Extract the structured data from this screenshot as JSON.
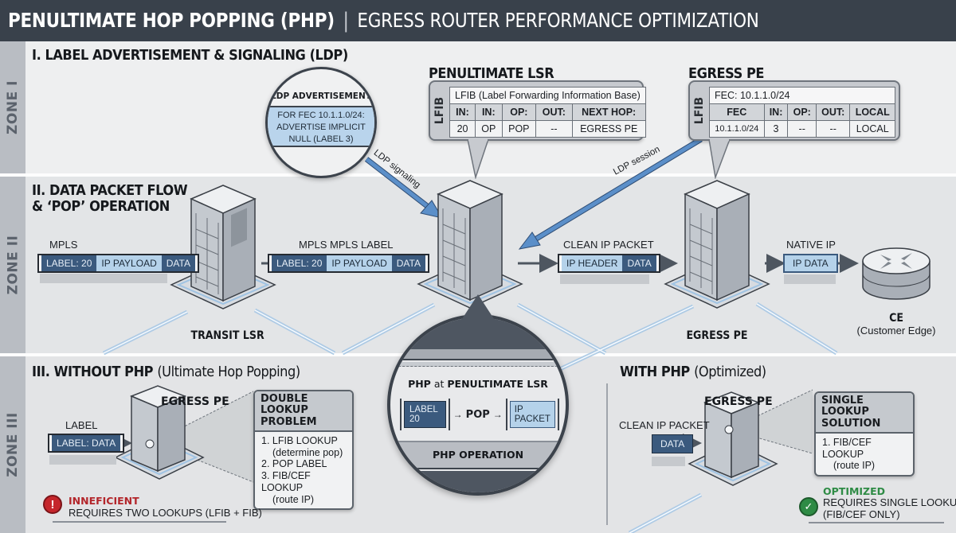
{
  "header": {
    "title_bold": "PENULTIMATE HOP POPPING (PHP)",
    "separator": "|",
    "title_light": "EGRESS ROUTER PERFORMANCE OPTIMIZATION"
  },
  "zones": {
    "zone1": {
      "tab": "ZONE I",
      "title": "I. LABEL ADVERTISEMENT & SIGNALING (LDP)",
      "ldp_bubble": {
        "header": "LDP ADVERTISEMENT",
        "lines": [
          "FOR FEC 10.1.1.0/24:",
          "ADVERTISE IMPLICIT",
          "NULL (LABEL 3)"
        ]
      },
      "penultimate": {
        "title": "PENULTIMATE LSR",
        "side_label": "LFIB",
        "caption": "LFIB (Label Forwarding Information Base)",
        "headers": [
          "IN:",
          "IN:",
          "OP:",
          "OUT:",
          "NEXT HOP:"
        ],
        "row": [
          "20",
          "OP",
          "POP",
          "--",
          "EGRESS PE"
        ]
      },
      "egress": {
        "title": "EGRESS PE",
        "side_label": "LFIB",
        "caption": "FEC: 10.1.1.0/24",
        "headers": [
          "FEC",
          "IN:",
          "OP:",
          "OUT:",
          "LOCAL"
        ],
        "row": [
          "10.1.1.0/24",
          "3",
          "--",
          "--",
          "LOCAL"
        ]
      },
      "arrow_labels": {
        "ldp_signaling": "LDP signaling",
        "ldp_session": "LDP session"
      }
    },
    "zone2": {
      "tab": "ZONE II",
      "title_line1": "II. DATA PACKET FLOW",
      "title_line2": "& ‘POP’ OPERATION",
      "packet1": {
        "caption": "MPLS",
        "cells": [
          "LABEL: 20",
          "IP PAYLOAD",
          "DATA"
        ]
      },
      "packet2": {
        "caption": "MPLS  MPLS LABEL",
        "cells": [
          "LABEL: 20",
          "IP PAYLOAD",
          "DATA"
        ]
      },
      "packet3": {
        "caption": "CLEAN IP PACKET",
        "cells": [
          "IP HEADER",
          "DATA"
        ]
      },
      "packet4": {
        "caption": "NATIVE IP",
        "cells": [
          "IP DATA"
        ]
      },
      "nodes": {
        "transit": "TRANSIT LSR",
        "egress": "EGRESS PE",
        "ce_name": "CE",
        "ce_desc": "(Customer Edge)"
      }
    },
    "zone3": {
      "tab": "ZONE III",
      "without": {
        "title_bold": "III. WITHOUT PHP",
        "title_light": "(Ultimate Hop Popping)",
        "router": "EGRESS PE",
        "packet_caption": "LABEL",
        "packet_cell": "LABEL: DATA",
        "box_title": "DOUBLE LOOKUP PROBLEM",
        "steps": [
          {
            "main": "1. LFIB LOOKUP",
            "sub": "(determine pop)"
          },
          {
            "main": "2. POP LABEL",
            "sub": ""
          },
          {
            "main": "3. FIB/CEF LOOKUP",
            "sub": "(route IP)"
          }
        ],
        "status_title": "INNEFICIENT",
        "status_text": "REQUIRES TWO LOOKUPS (LFIB + FIB)",
        "status_color": "#b3262b"
      },
      "magnifier": {
        "title_bold1": "PHP",
        "title_light": "at",
        "title_bold2": "PENULTIMATE LSR",
        "label_cell": "LABEL 20",
        "op": "POP",
        "result_cell": "IP PACKET",
        "footer": "PHP OPERATION"
      },
      "with": {
        "title_bold": "WITH PHP",
        "title_light": "(Optimized)",
        "router": "EGRESS PE",
        "packet_caption": "CLEAN IP PACKET",
        "packet_cell": "DATA",
        "box_title": "SINGLE LOOKUP SOLUTION",
        "steps": [
          {
            "main": "1. FIB/CEF LOOKUP",
            "sub": "(route IP)"
          }
        ],
        "status_title": "OPTIMIZED",
        "status_text_line1": "REQUIRES SINGLE LOOKUP",
        "status_text_line2": "(FIB/CEF ONLY)",
        "status_color": "#2e8b45"
      }
    }
  },
  "colors": {
    "header_bg": "#39414b",
    "label_dark": "#3b5a7e",
    "label_light": "#b5d2ea",
    "arrow_blue": "#5b8fc9"
  }
}
